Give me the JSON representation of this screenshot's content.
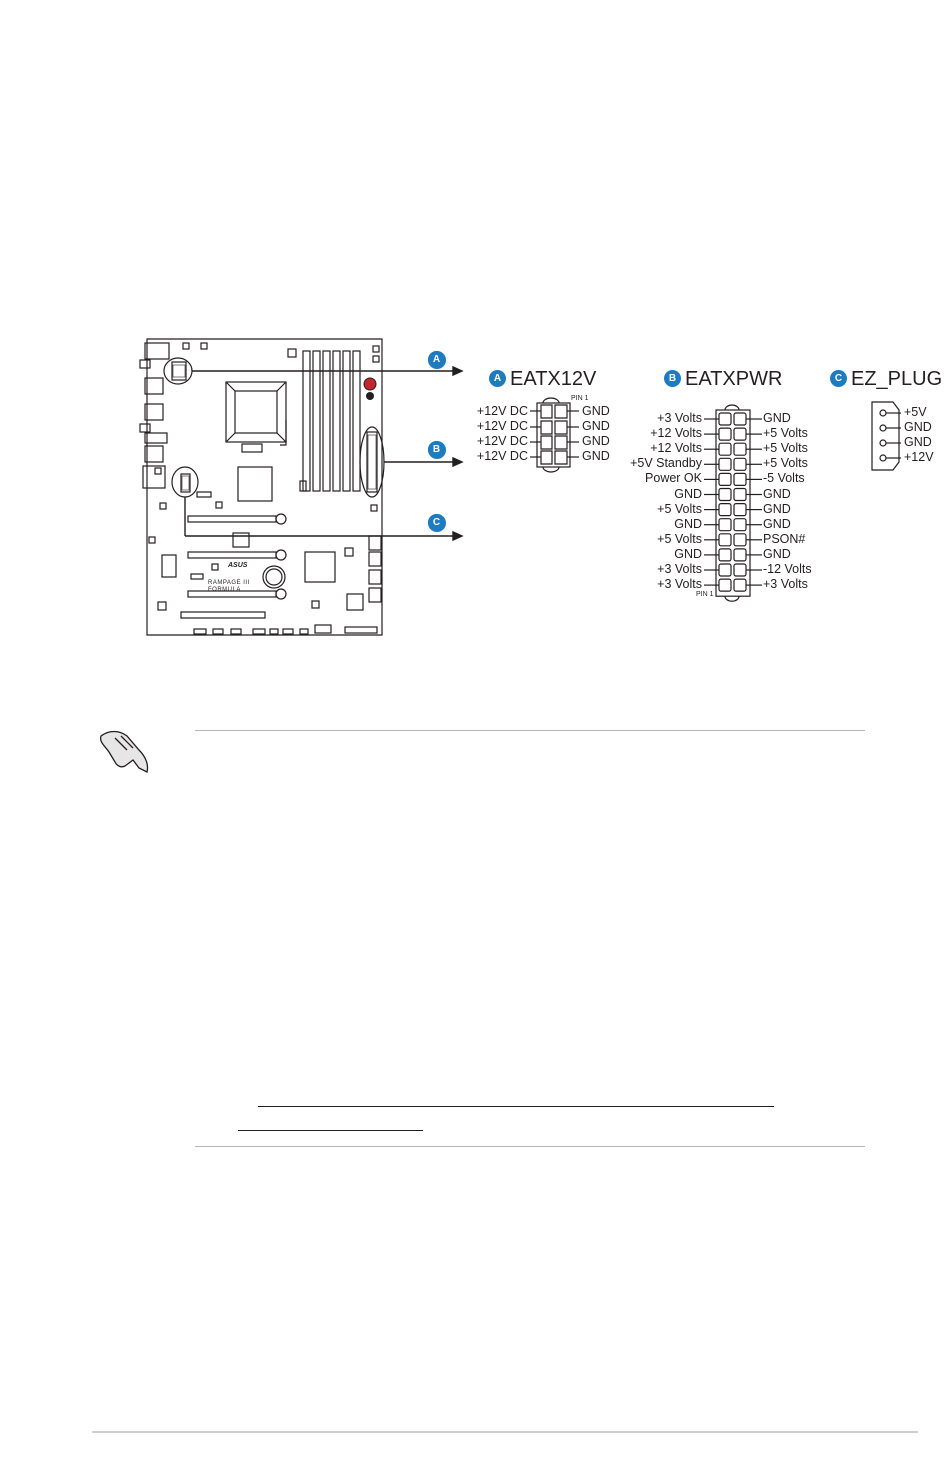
{
  "board": {
    "brand": "ASUS",
    "model": "RAMPAGE III FORMULA"
  },
  "callouts": [
    "A",
    "B",
    "C"
  ],
  "connectors": {
    "eatx12v": {
      "badge": "A",
      "title": "EATX12V",
      "pin1": "PIN 1",
      "left": [
        "+12V DC",
        "+12V DC",
        "+12V DC",
        "+12V DC"
      ],
      "right": [
        "GND",
        "GND",
        "GND",
        "GND"
      ]
    },
    "eatxpwr": {
      "badge": "B",
      "title": "EATXPWR",
      "pin1": "PIN 1",
      "left": [
        "+3 Volts",
        "+12 Volts",
        "+12 Volts",
        "+5V Standby",
        "Power OK",
        "GND",
        "+5 Volts",
        "GND",
        "+5 Volts",
        "GND",
        "+3 Volts",
        "+3 Volts"
      ],
      "right": [
        "GND",
        "+5 Volts",
        "+5 Volts",
        "+5 Volts",
        "-5 Volts",
        "GND",
        "GND",
        "GND",
        "PSON#",
        "GND",
        "-12 Volts",
        "+3 Volts"
      ]
    },
    "ez_plug": {
      "badge": "C",
      "title": "EZ_PLUG",
      "pins": [
        "+5V",
        "GND",
        "GND",
        "+12V"
      ]
    }
  },
  "colors": {
    "badge": "#1f7bbf",
    "line": "#231f20",
    "rule": "#b5b5b5",
    "led": "#c1272d"
  },
  "icons": {
    "note": "hand-pointing-icon"
  }
}
